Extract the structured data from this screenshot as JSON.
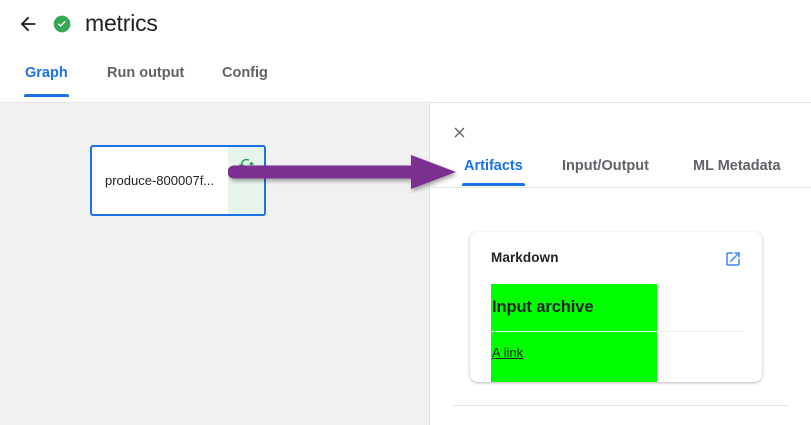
{
  "header": {
    "back_icon": "arrow-left-icon",
    "status_icon": "check-circle-icon",
    "status_color": "#34A853",
    "title": "metrics"
  },
  "tabs": {
    "active": "Graph",
    "items": [
      {
        "label": "Graph",
        "active": true
      },
      {
        "label": "Run output",
        "active": false
      },
      {
        "label": "Config",
        "active": false
      }
    ],
    "accent_color": "#1A73E8"
  },
  "graph": {
    "background_color": "#F1F1F1",
    "node": {
      "label": "produce-800007f...",
      "border_color": "#1A73E8",
      "status_band_color": "#E6F4EA",
      "status_icon": "cached-refresh-icon",
      "status_icon_color": "#0F9D58"
    }
  },
  "annotation": {
    "shape": "right-arrow",
    "color": "#7B2D91"
  },
  "side_panel": {
    "close_icon": "close-x-icon",
    "tabs": {
      "active": "Artifacts",
      "items": [
        {
          "label": "Artifacts",
          "active": true
        },
        {
          "label": "Input/Output",
          "active": false
        },
        {
          "label": "ML Metadata",
          "active": false
        }
      ]
    },
    "artifact_card": {
      "title": "Markdown",
      "open_icon": "open-in-new-icon",
      "open_icon_color": "#4285F4",
      "markdown": {
        "highlight_color": "#00FF00",
        "heading": "Input archive",
        "link_text": "A link"
      }
    }
  }
}
